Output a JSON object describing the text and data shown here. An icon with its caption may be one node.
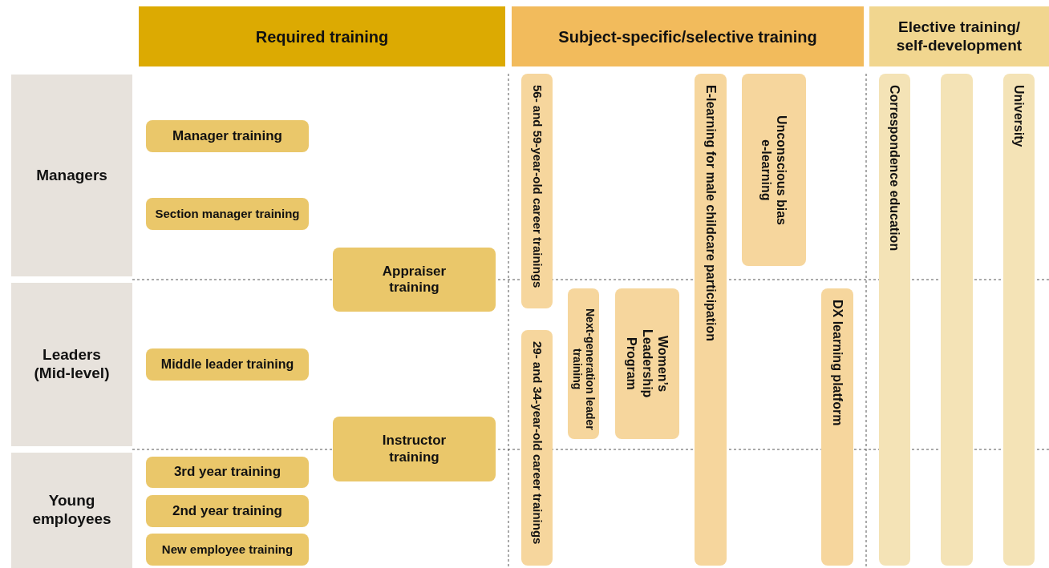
{
  "diagram": {
    "nodes": [
      {
        "text": [
          "Required training"
        ]
      },
      {
        "text": [
          "Subject-specific/selective training"
        ]
      },
      {
        "text": [
          "Elective training/ self-development"
        ]
      },
      {
        "text": [
          "Managers"
        ]
      },
      {
        "text": [
          "Leaders (Mid-level)"
        ]
      },
      {
        "text": [
          "Young employees"
        ]
      },
      {
        "text": [
          "Manager training"
        ]
      },
      {
        "text": [
          "Section manager training"
        ]
      },
      {
        "text": [
          "Appraiser training"
        ]
      },
      {
        "text": [
          "Middle leader training"
        ]
      },
      {
        "text": [
          "Instructor training"
        ]
      },
      {
        "text": [
          "3rd year training"
        ]
      },
      {
        "text": [
          "2nd year training"
        ]
      },
      {
        "text": [
          "New employee training"
        ]
      },
      {
        "text": [
          "56- and 59-year-old career trainings"
        ]
      },
      {
        "text": [
          "29- and 34-year-old career trainings"
        ]
      },
      {
        "text": [
          "Next-generation leader training"
        ]
      },
      {
        "text": [
          "Women’s Leadership Program"
        ]
      },
      {
        "text": [
          "E-learning for male childcare participation"
        ]
      },
      {
        "text": [
          "Unconscious bias e-learning"
        ]
      },
      {
        "text": [
          "DX learning platform"
        ]
      },
      {
        "text": [
          "Correspondence education"
        ]
      },
      {
        "text": [],
        "shape": "bar"
      },
      {
        "text": [
          "University"
        ]
      }
    ]
  }
}
